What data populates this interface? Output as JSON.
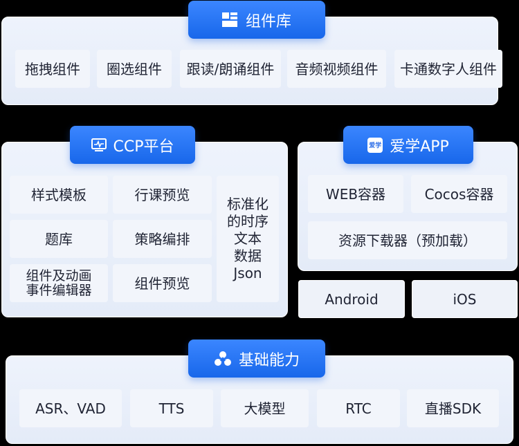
{
  "colors": {
    "badge_blue": "#1f6ff0",
    "panel_bg": "#e8eef9",
    "cell_bg": "#f2f5fb"
  },
  "components": {
    "title": "组件库",
    "icon": "grid-icon",
    "items": [
      "拖拽组件",
      "圈选组件",
      "跟读/朗诵组件",
      "音频视频组件",
      "卡通数字人组件"
    ]
  },
  "ccp": {
    "title": "CCP平台",
    "icon": "monitor-icon",
    "items": [
      "样式模板",
      "行课预览",
      "题库",
      "策略编排",
      "组件及动画\n事件编辑器",
      "组件预览"
    ],
    "side_text": "标准化\n的时序\n文本\n数据\nJson"
  },
  "aixue": {
    "title": "爱学APP",
    "icon_label": "爱学",
    "items": [
      "WEB容器",
      "Cocos容器"
    ],
    "wide_item": "资源下载器（预加载）"
  },
  "platforms": [
    "Android",
    "iOS"
  ],
  "foundation": {
    "title": "基础能力",
    "icon": "triangle-dots-icon",
    "items": [
      "ASR、VAD",
      "TTS",
      "大模型",
      "RTC",
      "直播SDK"
    ]
  }
}
